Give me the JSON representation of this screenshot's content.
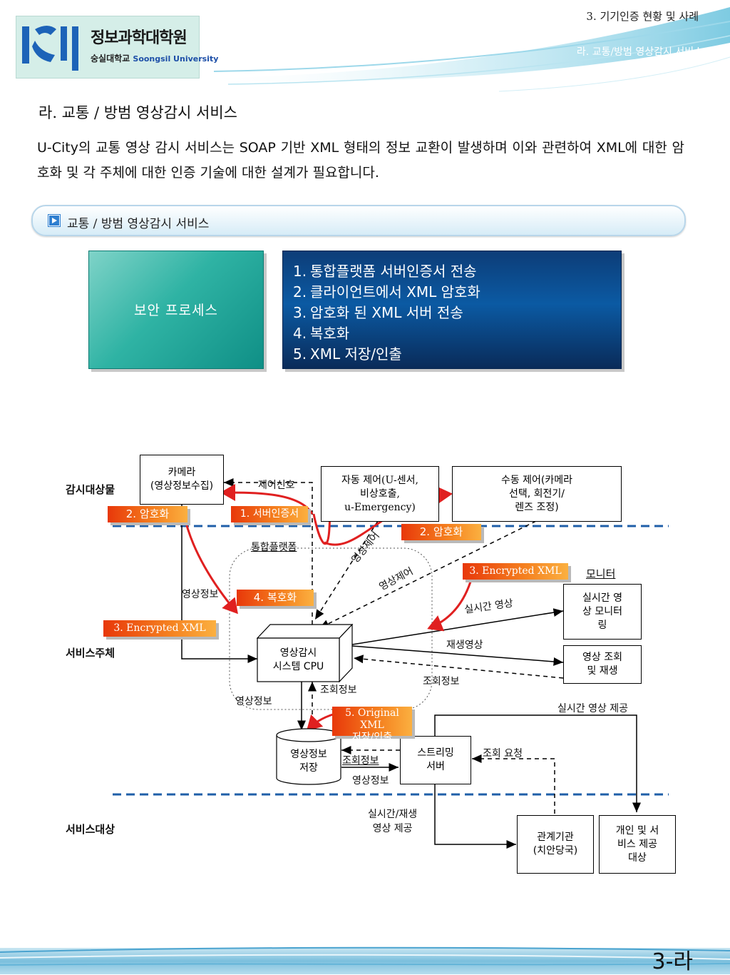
{
  "header": {
    "logo_title": "정보과학대학원",
    "logo_sub_ko": "숭실대학교",
    "logo_sub_en": "Soongsil University",
    "chapter": "3. 기기인증 현황 및 사례",
    "subchapter": "라. 교통/방범 영상감시 서비스"
  },
  "section_title": "라. 교통 / 방범  영상감시 서비스",
  "paragraph": "U-City의 교통 영상 감시 서비스는 SOAP 기반 XML 형태의 정보 교환이 발생하며 이와 관련하여 XML에 대한 암호화 및 각 주체에 대한 인증 기술에 대한 설계가 필요합니다.",
  "subbar_label": "교통 / 방범 영상감시 서비스",
  "process": {
    "title": "보안 프로세스",
    "steps": [
      {
        "num": "1.",
        "text": "통합플랫폼 서버인증서  전송"
      },
      {
        "num": "2.",
        "text": "클라이언트에서 XML 암호화"
      },
      {
        "num": "3.",
        "text": "암호화 된 XML 서버 전송"
      },
      {
        "num": "4.",
        "text": "복호화"
      },
      {
        "num": "5.",
        "text": "XML 저장/인출"
      }
    ]
  },
  "diagram": {
    "zones": {
      "monitored": "감시대상물",
      "subject": "서비스주체",
      "target": "서비스대상"
    },
    "boxes": {
      "camera": "카메라\n(영상정보수집)",
      "auto_control": "자동 제어(U-센서,\n비상호출,\nu-Emergency)",
      "manual_control": "수동 제어(카메라\n선택, 회전기/\n렌즈 조정)",
      "realtime_monitor": "실시간 영\n상 모니터\n링",
      "video_query": "영상 조회\n및 재생",
      "cpu": "영상감시\n시스템 CPU",
      "storage": "영상정보\n저장",
      "streaming": "스트리밍\n서버",
      "agency": "관계기관\n(치안당국)",
      "individual": "개인 및 서\n비스 제공\n대상"
    },
    "labels": {
      "control_signal": "제어신호",
      "platform": "통합플랫폼",
      "video_control_1": "영상제어",
      "video_control_2": "영상제어",
      "monitor": "모니터",
      "video_info_1": "영상정보",
      "video_info_2": "영상정보",
      "video_info_3": "영상정보",
      "realtime_video": "실시간 영상",
      "playback_video": "재생영상",
      "query_info_1": "조회정보",
      "query_info_2": "조회정보",
      "query_info_3": "조회정보",
      "realtime_provide": "실시간 영상 제공",
      "query_request": "조회 요청",
      "realtime_playback": "실시간/재생\n영상 제공"
    },
    "tags": {
      "encrypt_left": "2. 암호화",
      "cert": "1. 서버인증서",
      "encrypt_right": "2. 암호화",
      "encrypted_xml_right": "3. Encrypted XML",
      "decrypt": "4. 복호화",
      "encrypted_xml_left": "3. Encrypted XML",
      "original_xml": "5. Original XML\n저장/인출"
    }
  },
  "footer": {
    "page": "3-라"
  },
  "colors": {
    "dash_line": "#1f5fa8",
    "red_arrow": "#e02020",
    "teal": "#2fb3a4",
    "navy": "#0b4a8f"
  }
}
